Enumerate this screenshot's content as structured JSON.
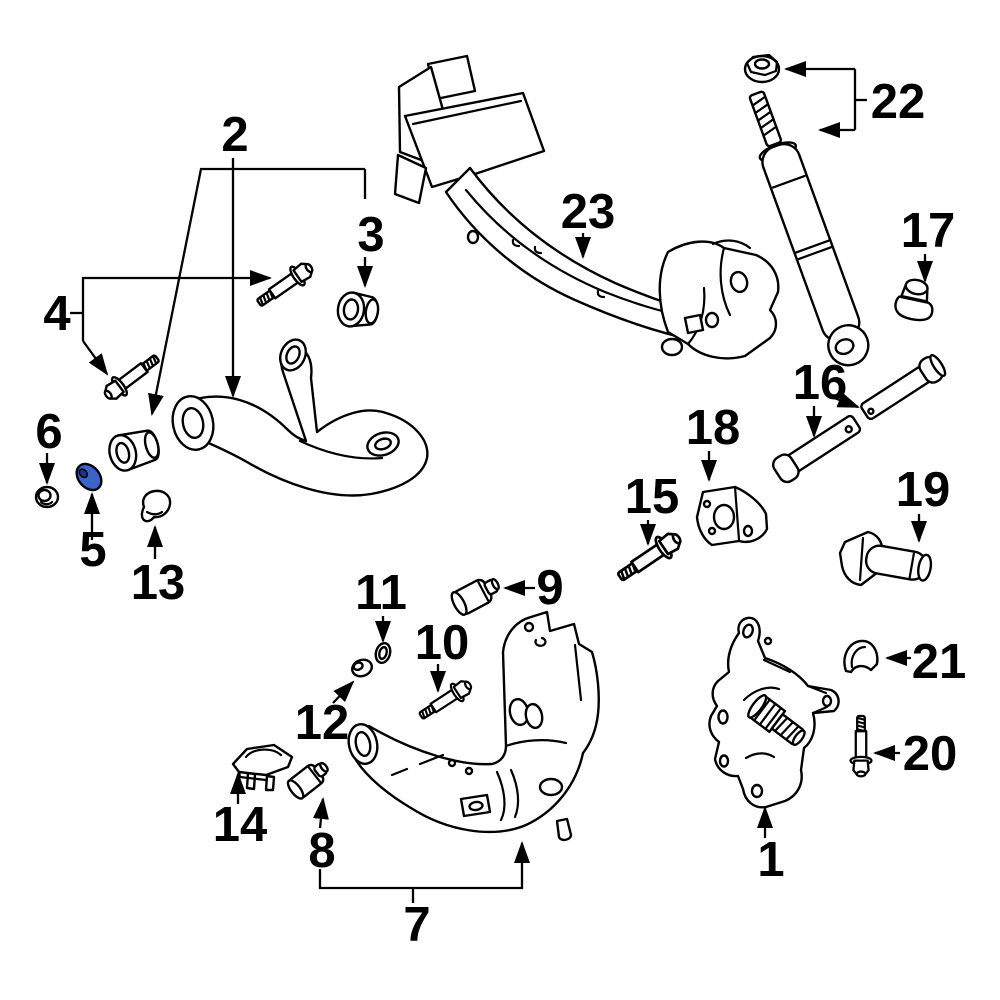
{
  "page": {
    "background": "#ffffff"
  },
  "colors": {
    "line": "#000000",
    "label": "#000000",
    "highlight_fill": "#3b64cb",
    "highlight_hole": "#17398f"
  },
  "highlighted_part_number": "5",
  "callouts": {
    "c1": {
      "label": "1"
    },
    "c2": {
      "label": "2"
    },
    "c3": {
      "label": "3"
    },
    "c4": {
      "label": "4"
    },
    "c5": {
      "label": "5"
    },
    "c6": {
      "label": "6"
    },
    "c7": {
      "label": "7"
    },
    "c8": {
      "label": "8"
    },
    "c9": {
      "label": "9"
    },
    "c10": {
      "label": "10"
    },
    "c11": {
      "label": "11"
    },
    "c12": {
      "label": "12"
    },
    "c13": {
      "label": "13"
    },
    "c14": {
      "label": "14"
    },
    "c15": {
      "label": "15"
    },
    "c16": {
      "label": "16"
    },
    "c17": {
      "label": "17"
    },
    "c18": {
      "label": "18"
    },
    "c19": {
      "label": "19"
    },
    "c20": {
      "label": "20"
    },
    "c21": {
      "label": "21"
    },
    "c22": {
      "label": "22"
    },
    "c23": {
      "label": "23"
    }
  }
}
